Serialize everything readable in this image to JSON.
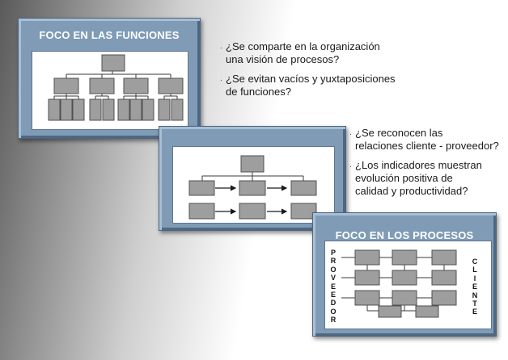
{
  "panel1": {
    "title": "FOCO EN LAS FUNCIONES"
  },
  "panel3": {
    "title": "FOCO EN LOS PROCESOS",
    "left_label": "PROVEEDOR",
    "right_label": "CLIENTE"
  },
  "questions_top": [
    "¿Se comparte en la organización\nuna visión de procesos?",
    "¿Se evitan vacíos y yuxtaposiciones\nde funciones?"
  ],
  "questions_mid": [
    "¿Se reconocen las\nrelaciones cliente - proveedor?",
    "¿Los indicadores muestran\nevolución positiva de\ncalidad y productividad?"
  ],
  "bullet": ".",
  "colors": {
    "panel": "#7f9bb6",
    "box": "#9e9e9e",
    "box_border": "#505050",
    "line": "#3a3a3a"
  }
}
